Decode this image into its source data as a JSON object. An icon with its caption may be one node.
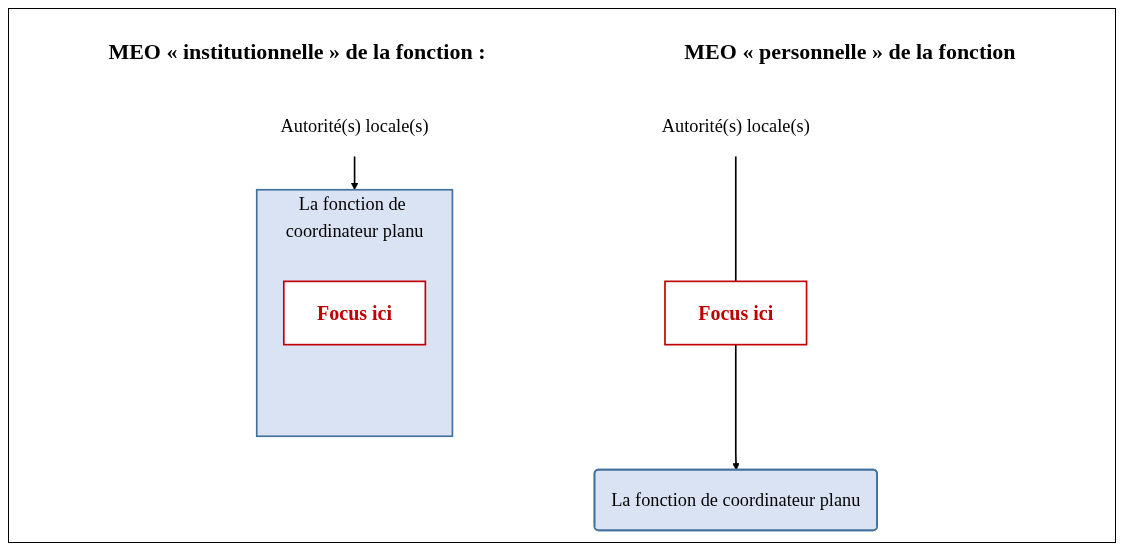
{
  "diagram": {
    "nodes": [
      {
        "text": [
          "Autorité(s) locale(s)"
        ]
      },
      {
        "text": [
          "Focus ici"
        ]
      },
      {
        "text": [
          "La fonction de coordinateur planu"
        ]
      },
      {
        "text": [
          "Autorité(s) locale(s)"
        ]
      },
      {
        "text": [
          "La fonction de coordinateur planu"
        ]
      },
      {
        "text": [
          "Focus ici"
        ],
        "in": 4
      }
    ],
    "edges": [
      {
        "from": 0,
        "to": 1,
        "arrow": "none"
      },
      {
        "from": 1,
        "to": 2,
        "arrow": "to"
      },
      {
        "from": 3,
        "to": 4,
        "arrow": "to"
      }
    ],
    "labels": [
      "MEO « institutionnelle » de la fonction :",
      "MEO « personnelle » de la fonction"
    ]
  }
}
